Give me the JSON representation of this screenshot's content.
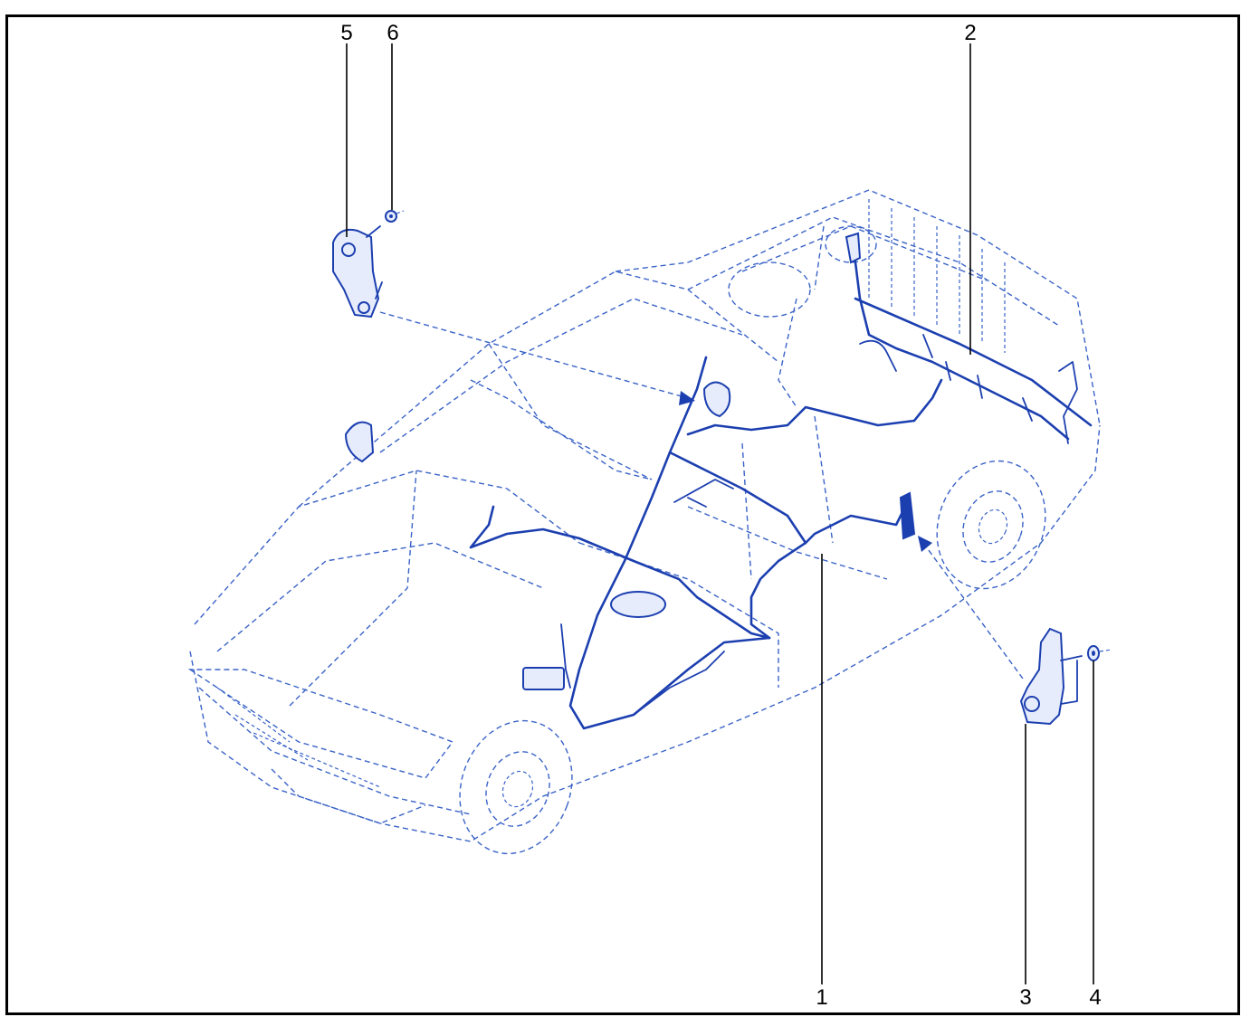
{
  "callouts": [
    {
      "id": "1",
      "label": "1"
    },
    {
      "id": "2",
      "label": "2"
    },
    {
      "id": "3",
      "label": "3"
    },
    {
      "id": "4",
      "label": "4"
    },
    {
      "id": "5",
      "label": "5"
    },
    {
      "id": "6",
      "label": "6"
    }
  ],
  "colors": {
    "frame": "#000000",
    "ghost_vehicle": "#3a63c7",
    "harness": "#1c3fb0",
    "labels": "#000000"
  },
  "icons": [
    "wiring-harness",
    "speaker-bracket",
    "grommet",
    "vehicle-outline"
  ]
}
